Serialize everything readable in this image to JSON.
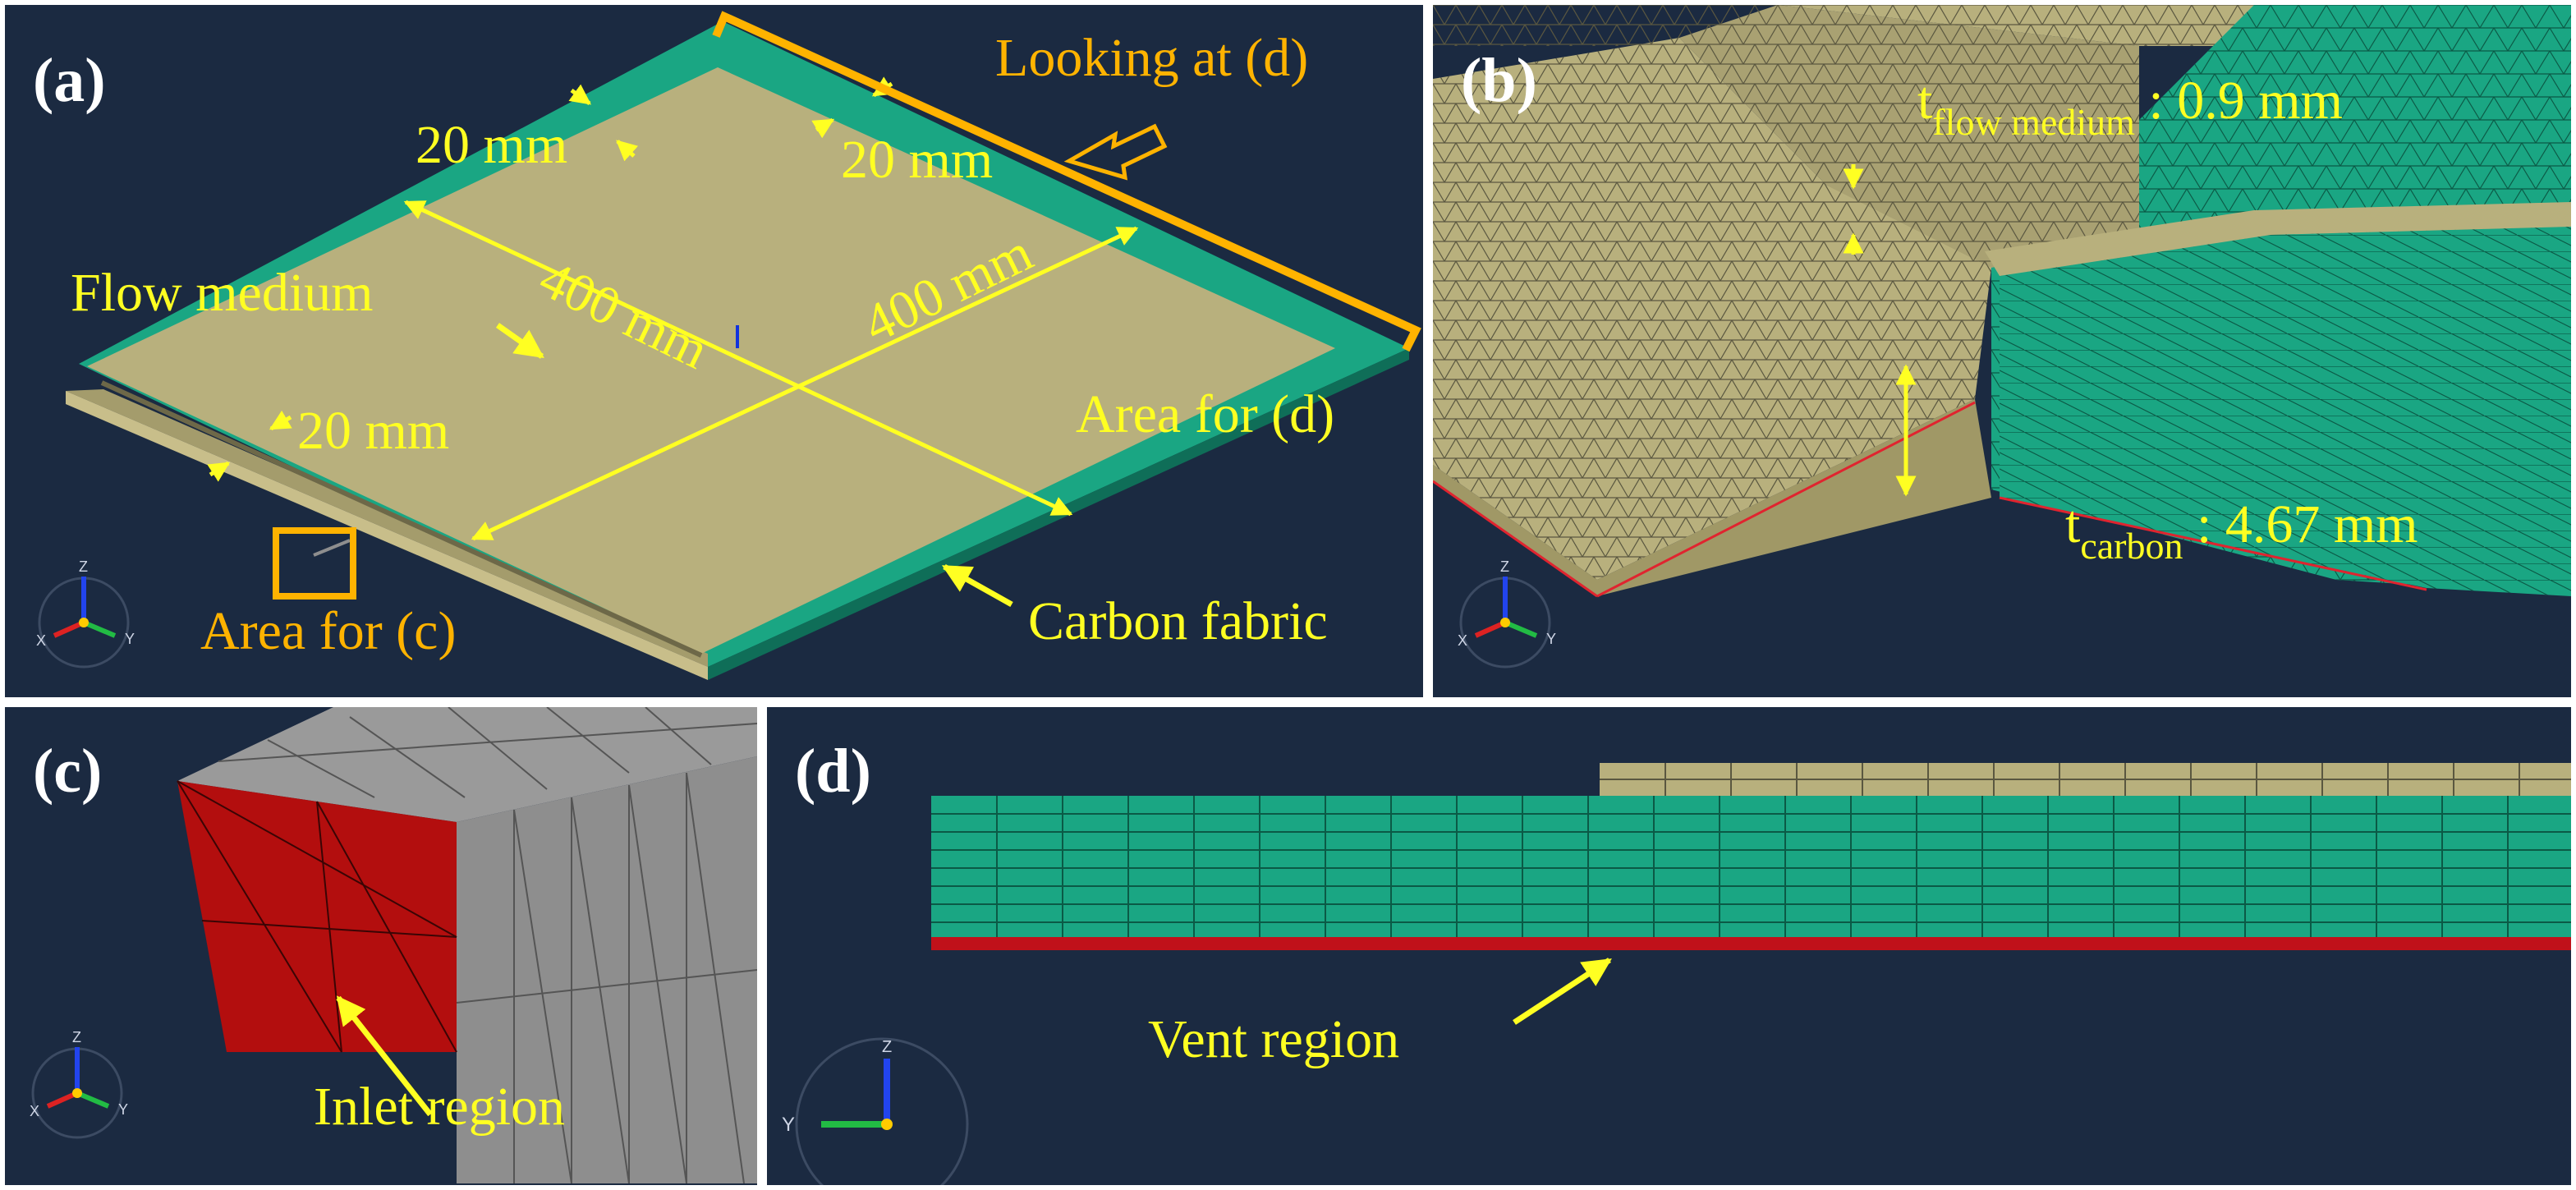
{
  "colors": {
    "background": "#1b2a41",
    "flow_medium": "#b8b07d",
    "carbon_fabric": "#1aa683",
    "inlet": "#b30e0e",
    "vent": "#c0111a",
    "annotation": "#ffff22",
    "highlight": "#ffb300",
    "mesh_gray": "#8e8e8e"
  },
  "panel_a": {
    "label": "(a)",
    "looking_at": "Looking at (d)",
    "dim_top_left": "20 mm",
    "dim_top_right": "20 mm",
    "dim_diag_1": "400 mm",
    "dim_diag_2": "400 mm",
    "flow_medium": "Flow medium",
    "dim_left": "20 mm",
    "area_d": "Area for (d)",
    "area_c": "Area for (c)",
    "carbon_fabric": "Carbon fabric",
    "axis_z": "Z",
    "axis_x": "X",
    "axis_y": "Y"
  },
  "panel_b": {
    "label": "(b)",
    "t_flow_base": "t",
    "t_flow_sub": "flow medium",
    "t_flow_value": " : 0.9 mm",
    "t_carbon_base": "t",
    "t_carbon_sub": "carbon",
    "t_carbon_value": " : 4.67 mm",
    "axis_z": "Z",
    "axis_x": "X",
    "axis_y": "Y"
  },
  "panel_c": {
    "label": "(c)",
    "inlet": "Inlet region",
    "axis_z": "Z",
    "axis_x": "X",
    "axis_y": "Y"
  },
  "panel_d": {
    "label": "(d)",
    "vent": "Vent region",
    "axis_z": "Z",
    "axis_y": "Y"
  }
}
